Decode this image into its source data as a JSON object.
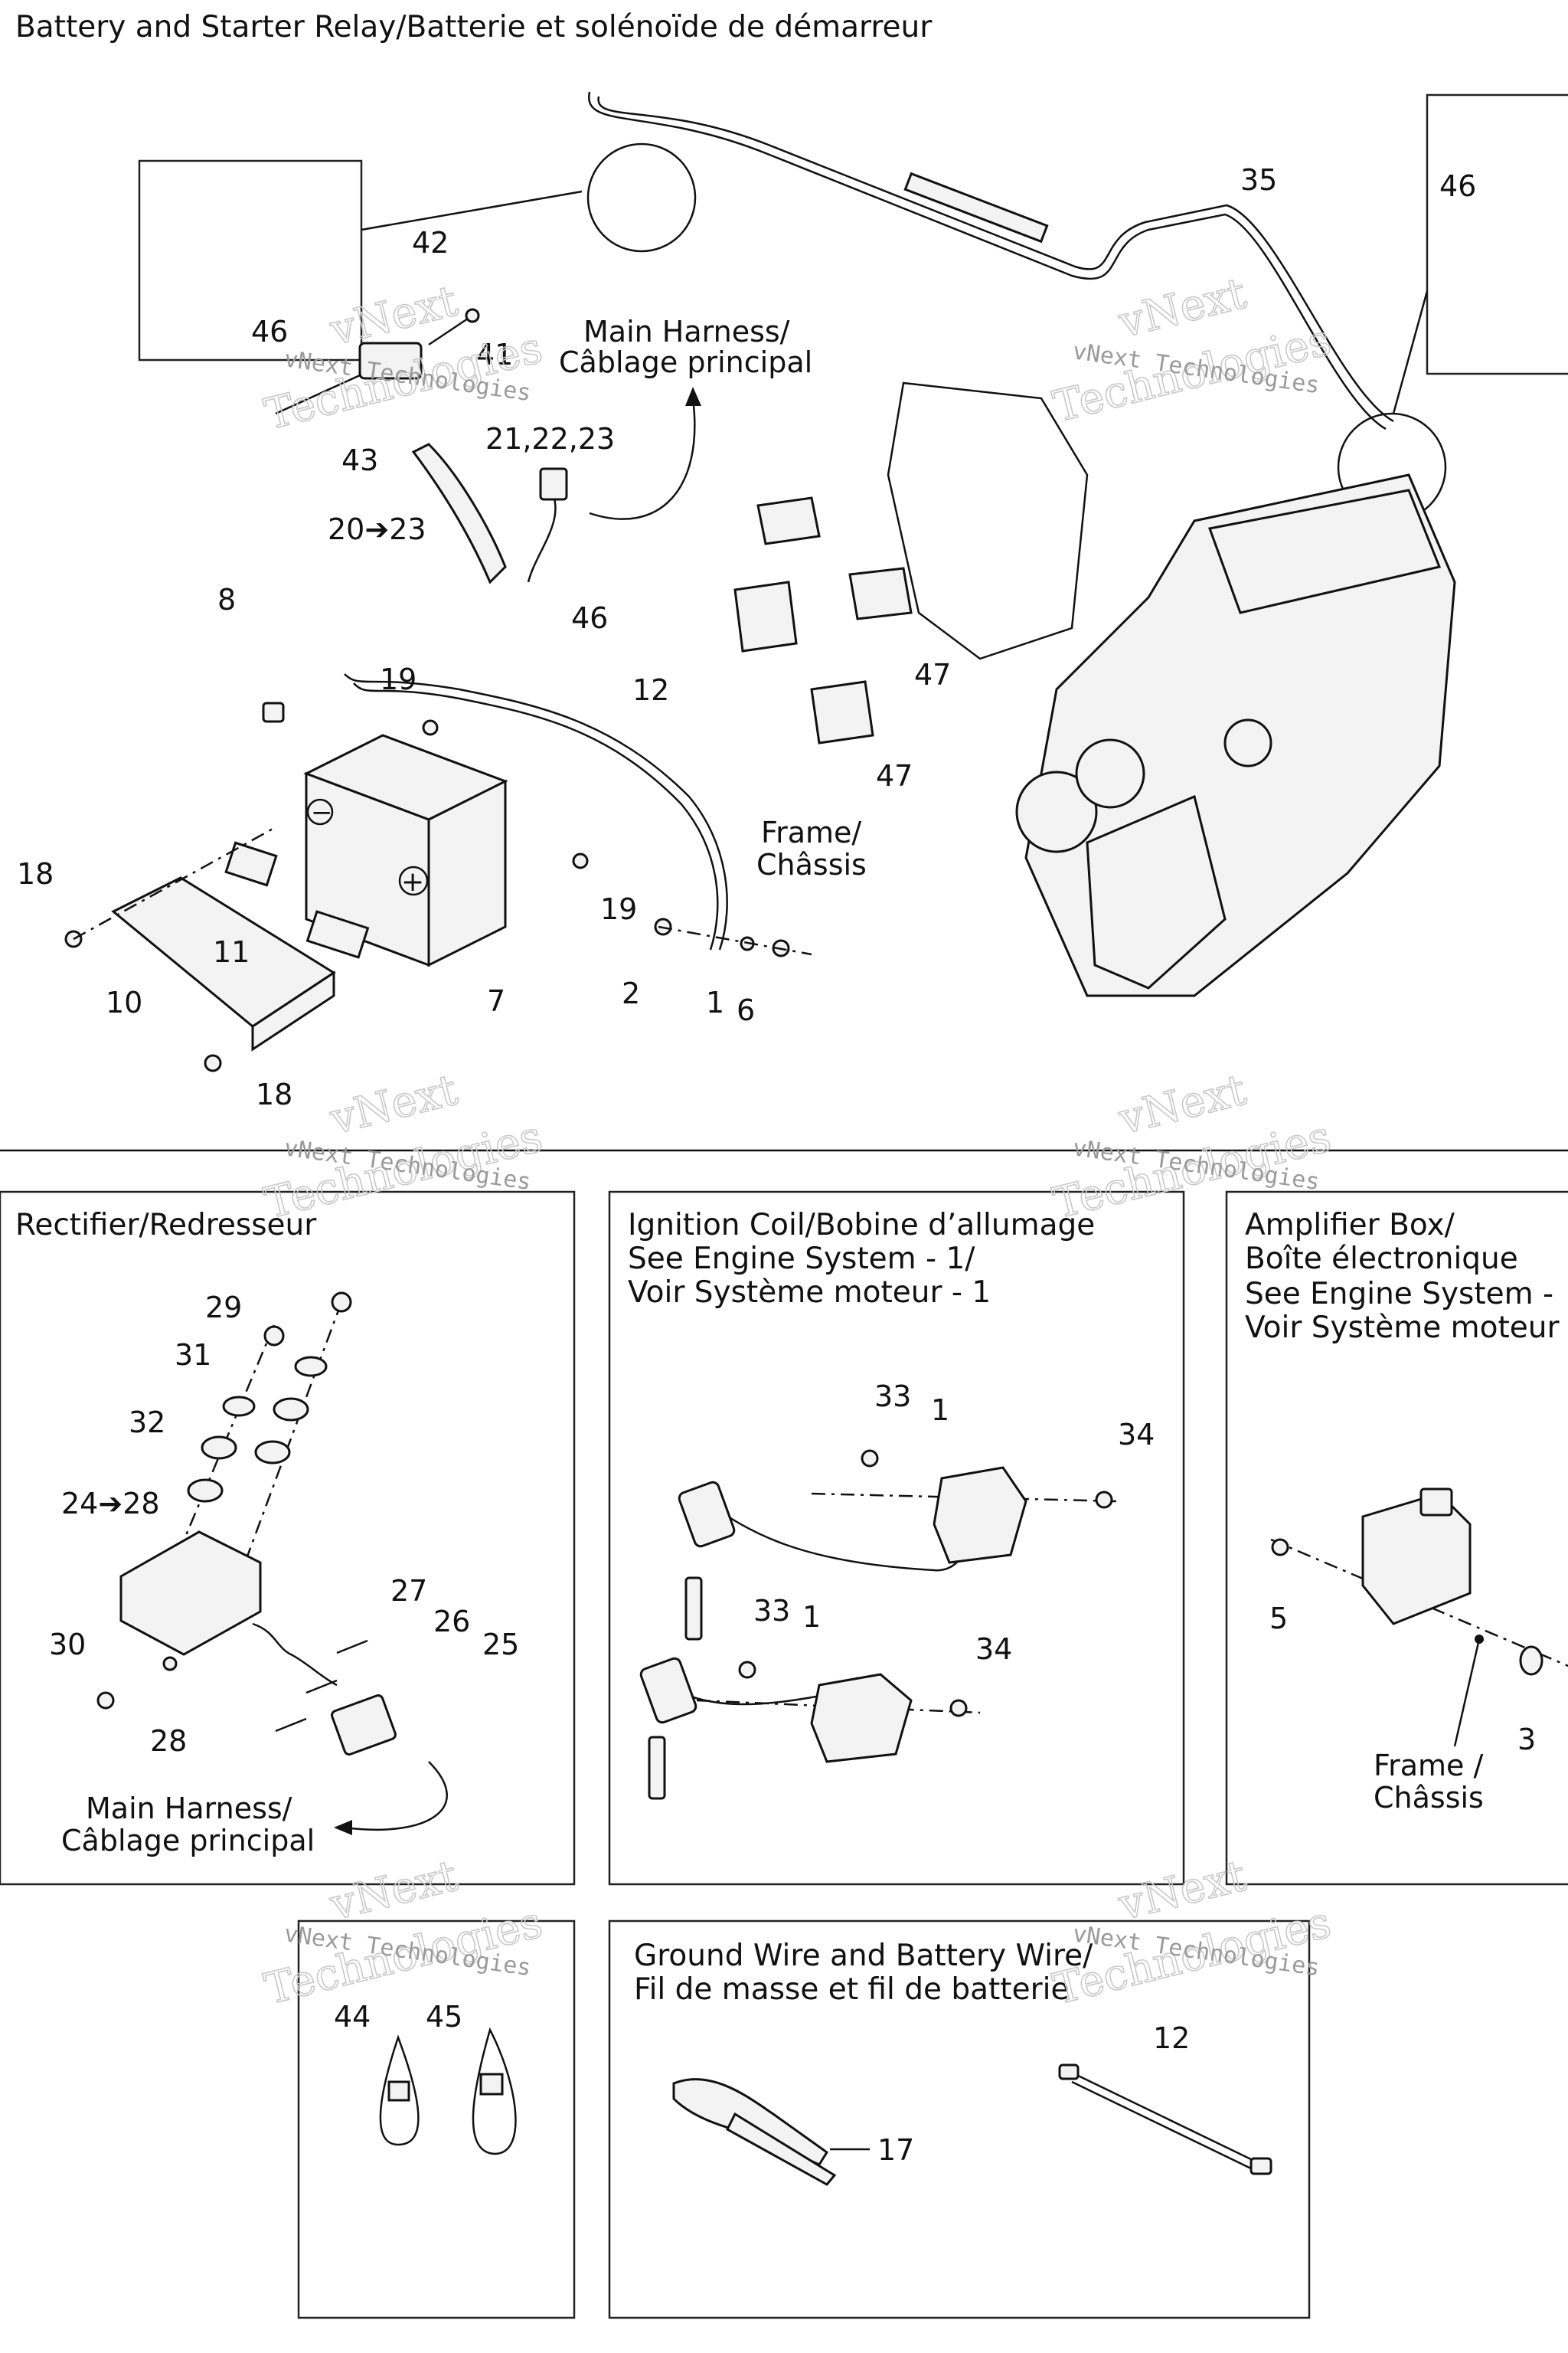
{
  "sections": {
    "battery": {
      "title": "Battery and Starter Relay/Batterie et solénoïde de démarreur",
      "main_harness": [
        "Main Harness/",
        "Câblage principal"
      ],
      "frame": [
        "Frame/",
        "Châssis"
      ]
    },
    "rectifier": {
      "title": "Rectifier/Redresseur",
      "main_harness": [
        "Main Harness/",
        "Câblage principal"
      ]
    },
    "ignition": {
      "title": [
        "Ignition Coil/Bobine d’allumage",
        "See Engine System - 1/",
        "Voir Système moteur - 1"
      ]
    },
    "amplifier": {
      "title": [
        "Amplifier Box/",
        "Boîte électronique",
        "See Engine System -",
        "Voir Système moteur"
      ],
      "frame": [
        "Frame /",
        "Châssis"
      ]
    },
    "ground": {
      "title": [
        "Ground Wire and Battery Wire/",
        "Fil de masse et fil de batterie"
      ]
    }
  },
  "callouts": {
    "battery": [
      "46",
      "42",
      "41",
      "43",
      "35",
      "46",
      "21,22,23",
      "20➔23",
      "8",
      "46",
      "19",
      "12",
      "47",
      "47",
      "18",
      "11",
      "10",
      "7",
      "19",
      "2",
      "1",
      "6",
      "18"
    ],
    "rectifier": [
      "29",
      "31",
      "32",
      "24➔28",
      "27",
      "26",
      "25",
      "30",
      "28"
    ],
    "ignition": [
      "33",
      "1",
      "34",
      "33",
      "1",
      "34"
    ],
    "amplifier": [
      "5",
      "3"
    ],
    "ties": [
      "44",
      "45"
    ],
    "ground": [
      "12",
      "17"
    ]
  },
  "watermark": {
    "big": "vNext",
    "big2": "Technologies",
    "small": "vNext Technologies"
  }
}
